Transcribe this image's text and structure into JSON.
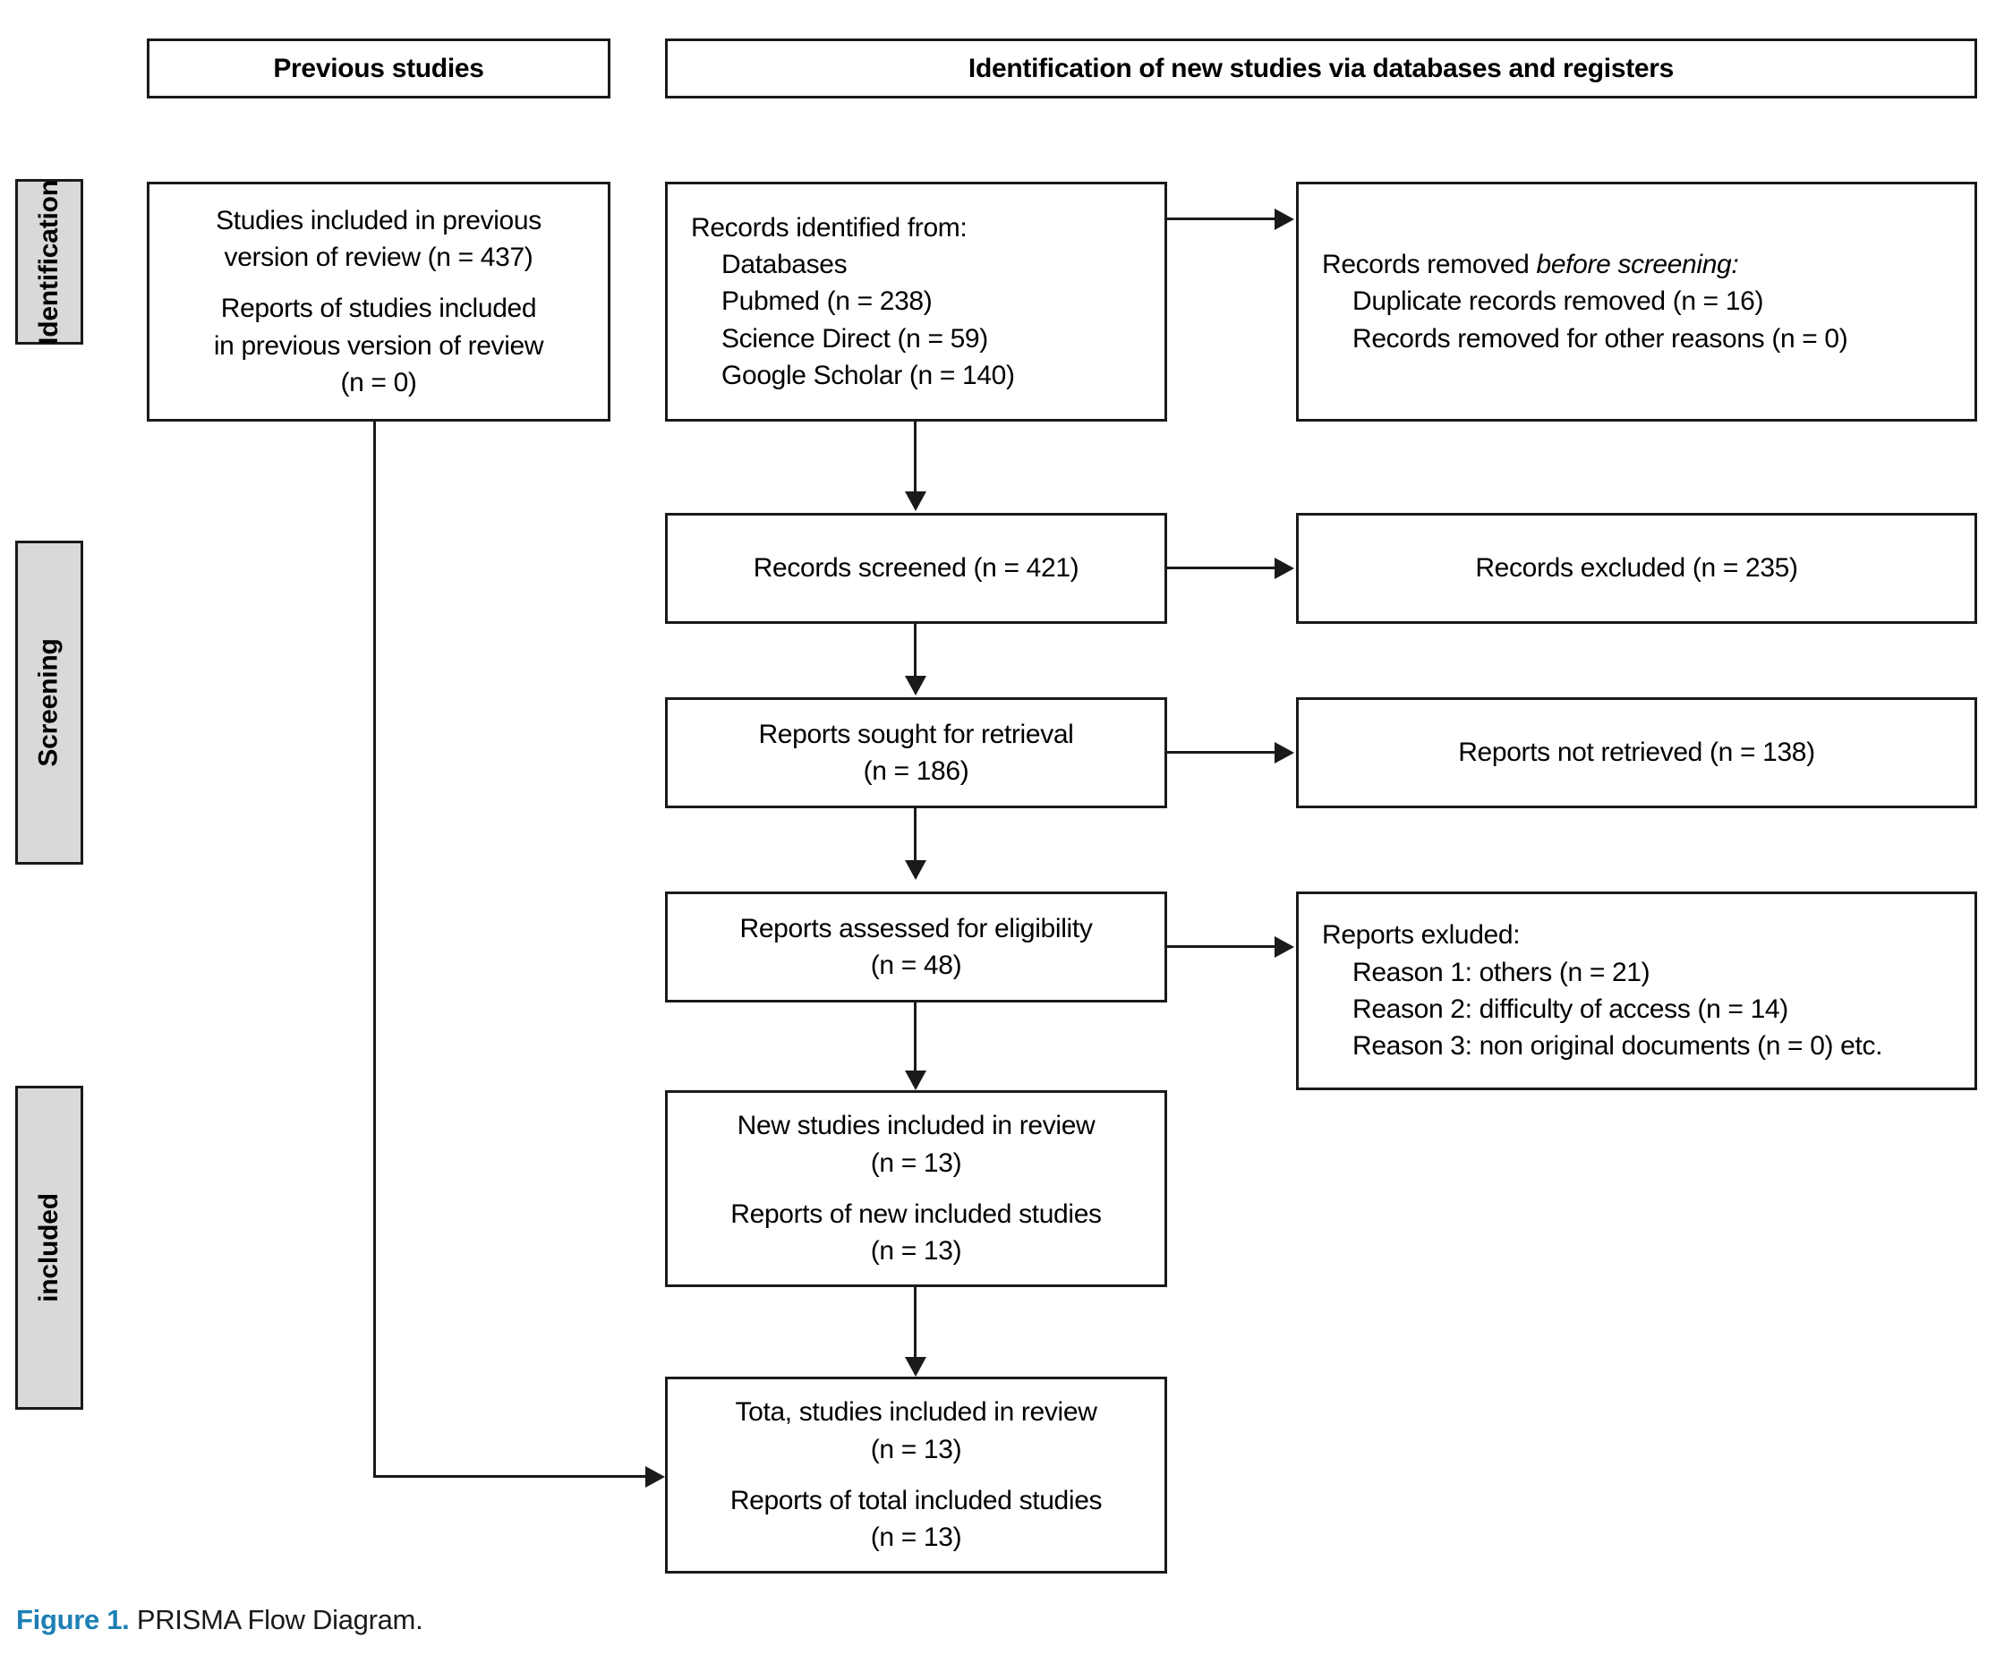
{
  "figure": {
    "number_label": "Figure 1.",
    "caption_text": " PRISMA Flow Diagram.",
    "accent_color": "#1e7fb5"
  },
  "stages": [
    {
      "label": "Identification"
    },
    {
      "label": "Screening"
    },
    {
      "label": "included"
    }
  ],
  "headers": {
    "previous": "Previous studies",
    "new": "Identification of new studies via databases and registers"
  },
  "boxes": {
    "previous_studies": {
      "line1": "Studies included in previous",
      "line2": "version of review (n = 437)",
      "line3": "Reports of studies included",
      "line4": "in previous version of review",
      "line5": "(n = 0)"
    },
    "records_identified": {
      "title": "Records identified from:",
      "items": [
        "Databases",
        "Pubmed (n = 238)",
        "Science Direct (n = 59)",
        "Google Scholar (n = 140)"
      ]
    },
    "records_removed": {
      "title_plain": "Records removed ",
      "title_italic": "before screening:",
      "items": [
        "Duplicate records removed (n = 16)",
        "Records removed for other reasons (n = 0)"
      ]
    },
    "records_screened": {
      "line1": "Records screened (n = 421)"
    },
    "records_excluded": {
      "line1": "Records excluded (n = 235)"
    },
    "reports_sought": {
      "line1": "Reports sought for retrieval",
      "line2": "(n = 186)"
    },
    "reports_not_retrieved": {
      "line1": "Reports not retrieved (n = 138)"
    },
    "reports_assessed": {
      "line1": "Reports assessed for eligibility",
      "line2": "(n = 48)"
    },
    "reports_excluded": {
      "title": "Reports exluded:",
      "items": [
        "Reason 1: others (n = 21)",
        "Reason 2: difficulty of access (n = 14)",
        "Reason 3: non original documents (n = 0) etc."
      ]
    },
    "new_included": {
      "line1": "New studies included in review",
      "line2": "(n = 13)",
      "line3": "Reports of new included studies",
      "line4": "(n = 13)"
    },
    "total_included": {
      "line1": "Tota, studies included in review",
      "line2": "(n = 13)",
      "line3": "Reports of total included studies",
      "line4": "(n = 13)"
    }
  },
  "chart_data": {
    "type": "flow-diagram",
    "title": "PRISMA Flow Diagram",
    "columns": [
      "Previous studies",
      "Identification of new studies via databases and registers"
    ],
    "phases": [
      "Identification",
      "Screening",
      "included"
    ],
    "nodes": [
      {
        "id": "previous_studies",
        "phase": "Identification",
        "column": "previous",
        "counts": {
          "studies_in_previous_review": 437,
          "reports_of_studies_in_previous_review": 0
        }
      },
      {
        "id": "records_identified",
        "phase": "Identification",
        "column": "new",
        "counts": {
          "Pubmed": 238,
          "Science Direct": 59,
          "Google Scholar": 140
        }
      },
      {
        "id": "records_removed",
        "phase": "Identification",
        "column": "right",
        "counts": {
          "duplicate_records_removed": 16,
          "records_removed_other_reasons": 0
        }
      },
      {
        "id": "records_screened",
        "phase": "Screening",
        "column": "new",
        "counts": {
          "n": 421
        }
      },
      {
        "id": "records_excluded",
        "phase": "Screening",
        "column": "right",
        "counts": {
          "n": 235
        }
      },
      {
        "id": "reports_sought",
        "phase": "Screening",
        "column": "new",
        "counts": {
          "n": 186
        }
      },
      {
        "id": "reports_not_retrieved",
        "phase": "Screening",
        "column": "right",
        "counts": {
          "n": 138
        }
      },
      {
        "id": "reports_assessed",
        "phase": "Screening",
        "column": "new",
        "counts": {
          "n": 48
        }
      },
      {
        "id": "reports_excluded",
        "phase": "Screening",
        "column": "right",
        "counts": {
          "reason_1_others": 21,
          "reason_2_difficulty_of_access": 14,
          "reason_3_non_original_documents": 0
        }
      },
      {
        "id": "new_included",
        "phase": "included",
        "column": "new",
        "counts": {
          "new_studies_included": 13,
          "reports_of_new_included_studies": 13
        }
      },
      {
        "id": "total_included",
        "phase": "included",
        "column": "new",
        "counts": {
          "total_studies_included": 13,
          "reports_of_total_included_studies": 13
        }
      }
    ],
    "edges": [
      {
        "from": "records_identified",
        "to": "records_removed"
      },
      {
        "from": "records_identified",
        "to": "records_screened"
      },
      {
        "from": "records_screened",
        "to": "records_excluded"
      },
      {
        "from": "records_screened",
        "to": "reports_sought"
      },
      {
        "from": "reports_sought",
        "to": "reports_not_retrieved"
      },
      {
        "from": "reports_sought",
        "to": "reports_assessed"
      },
      {
        "from": "reports_assessed",
        "to": "reports_excluded"
      },
      {
        "from": "reports_assessed",
        "to": "new_included"
      },
      {
        "from": "new_included",
        "to": "total_included"
      },
      {
        "from": "previous_studies",
        "to": "total_included"
      }
    ]
  }
}
